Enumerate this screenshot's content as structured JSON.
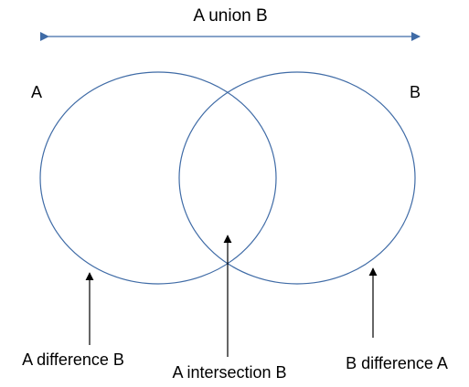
{
  "diagram": {
    "union_label": "A union B",
    "set_a_label": "A",
    "set_b_label": "B",
    "a_difference_b_label": "A difference B",
    "intersection_label": "A intersection B",
    "b_difference_a_label": "B difference A"
  },
  "colors": {
    "circle_stroke": "#3f6ba6",
    "union_arrow": "#3f6ba6",
    "pointer_arrows": "#000000",
    "text": "#000000",
    "background": "#ffffff"
  }
}
